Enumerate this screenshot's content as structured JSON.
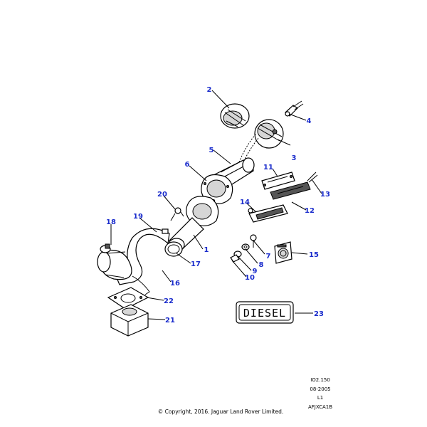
{
  "diagram": {
    "callout_color": "#1a2ccc",
    "line_color": "#000000",
    "callouts": [
      {
        "id": "c1",
        "label": "1"
      },
      {
        "id": "c2",
        "label": "2"
      },
      {
        "id": "c3",
        "label": "3"
      },
      {
        "id": "c4",
        "label": "4"
      },
      {
        "id": "c5",
        "label": "5"
      },
      {
        "id": "c6",
        "label": "6"
      },
      {
        "id": "c7",
        "label": "7"
      },
      {
        "id": "c8",
        "label": "8"
      },
      {
        "id": "c9",
        "label": "9"
      },
      {
        "id": "c10",
        "label": "10"
      },
      {
        "id": "c11",
        "label": "11"
      },
      {
        "id": "c12",
        "label": "12"
      },
      {
        "id": "c13",
        "label": "13"
      },
      {
        "id": "c14",
        "label": "14"
      },
      {
        "id": "c15",
        "label": "15"
      },
      {
        "id": "c16",
        "label": "16"
      },
      {
        "id": "c17",
        "label": "17"
      },
      {
        "id": "c18",
        "label": "18"
      },
      {
        "id": "c19",
        "label": "19"
      },
      {
        "id": "c20",
        "label": "20"
      },
      {
        "id": "c21",
        "label": "21"
      },
      {
        "id": "c22",
        "label": "22"
      },
      {
        "id": "c23",
        "label": "23"
      }
    ],
    "decal_text": "DIESEL"
  },
  "reference": {
    "code": "IO2.150",
    "date": "08-2005",
    "level": "L1",
    "illustration_id": "AFJXCA1B"
  },
  "copyright": "© Copyright, 2016. Jaguar Land Rover Limited."
}
